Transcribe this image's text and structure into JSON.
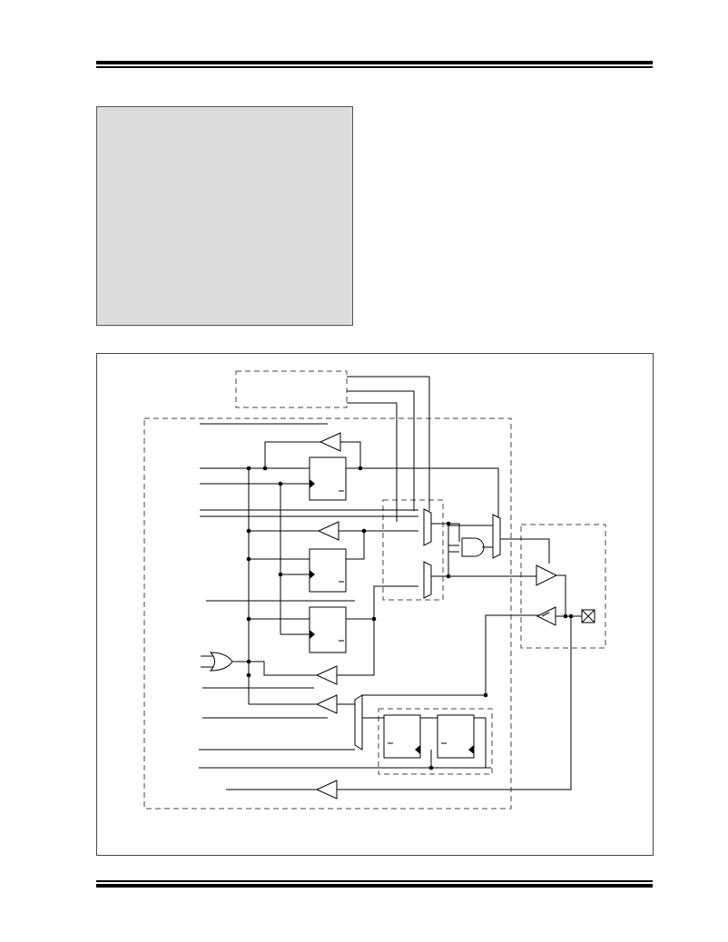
{
  "document": {
    "header_rule": "double",
    "footer_rule": "double"
  },
  "note_box": {
    "fill_color": "#dcdcdc",
    "border_color": "#555555"
  },
  "diagram": {
    "line_color": "#000000",
    "dashed_region_color": "#444444",
    "blocks": [
      {
        "kind": "register",
        "id": "latch-1"
      },
      {
        "kind": "register",
        "id": "latch-2"
      },
      {
        "kind": "register",
        "id": "latch-3"
      },
      {
        "kind": "register",
        "id": "shift-stage-1"
      },
      {
        "kind": "register",
        "id": "shift-stage-2"
      }
    ],
    "buffers": [
      "buf-1",
      "buf-2",
      "buf-3",
      "buf-4",
      "buf-5",
      "buf-out",
      "buf-in"
    ],
    "gates": [
      "or-gate",
      "and-gate"
    ],
    "muxes": [
      "mux-a",
      "mux-b",
      "mux-c",
      "mux-d"
    ],
    "pin_symbol": "io-pin-icon"
  }
}
